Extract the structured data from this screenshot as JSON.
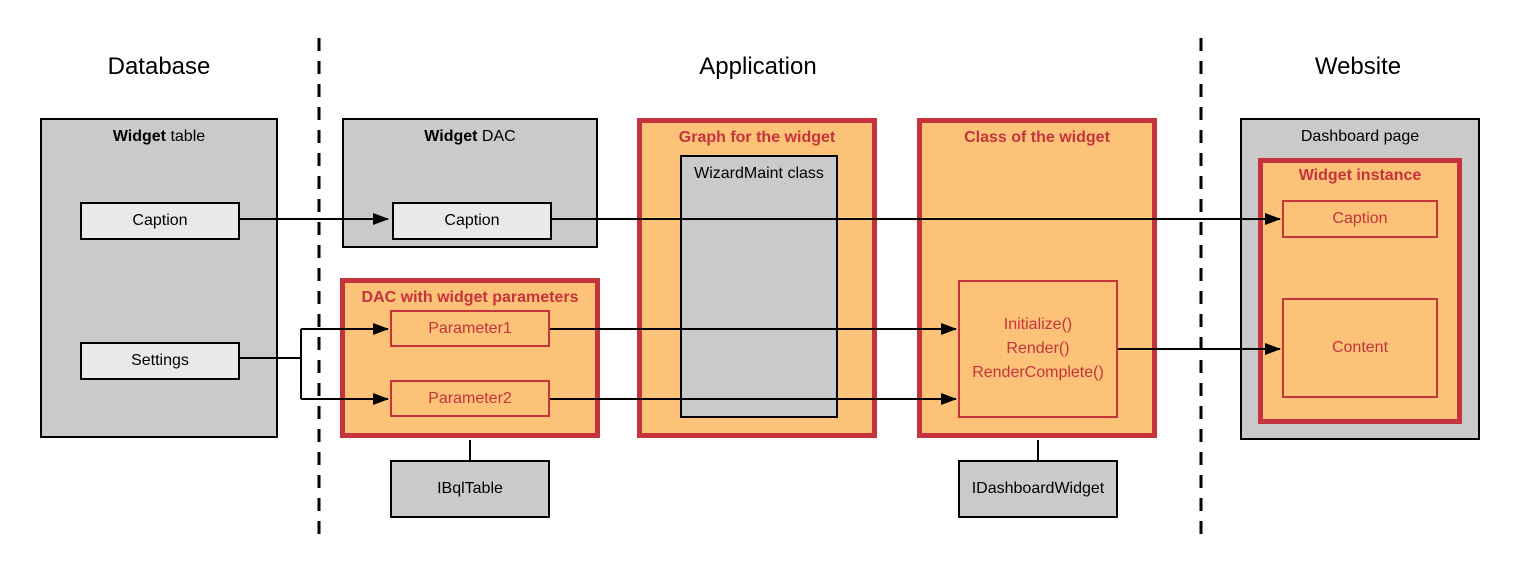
{
  "diagram": {
    "headers": {
      "database": "Database",
      "application": "Application",
      "website": "Website"
    },
    "database": {
      "widget_table": {
        "title_bold": "Widget",
        "title_rest": " table",
        "caption_field": "Caption",
        "settings_field": "Settings"
      }
    },
    "application": {
      "widget_dac": {
        "title_bold": "Widget",
        "title_rest": " DAC",
        "caption_field": "Caption"
      },
      "dac_parameters": {
        "title": "DAC with widget parameters",
        "parameter1": "Parameter1",
        "parameter2": "Parameter2"
      },
      "ibql_table": {
        "label": "IBqlTable"
      },
      "graph": {
        "title": "Graph for the widget",
        "wizard_maint": "WizardMaint class"
      },
      "widget_class": {
        "title": "Class of the widget",
        "methods": [
          "Initialize()",
          "Render()",
          "RenderComplete()"
        ]
      },
      "idashboard_widget": {
        "label": "IDashboardWidget"
      }
    },
    "website": {
      "dashboard_page": {
        "title": "Dashboard page"
      },
      "widget_instance": {
        "title": "Widget instance",
        "caption_field": "Caption",
        "content_field": "Content"
      }
    },
    "colors": {
      "orange_fill": "#FCC277",
      "red_accent": "#C5333D",
      "gray_fill": "#CACACA",
      "field_fill": "#E9E9E9",
      "line_color": "#000000"
    }
  }
}
